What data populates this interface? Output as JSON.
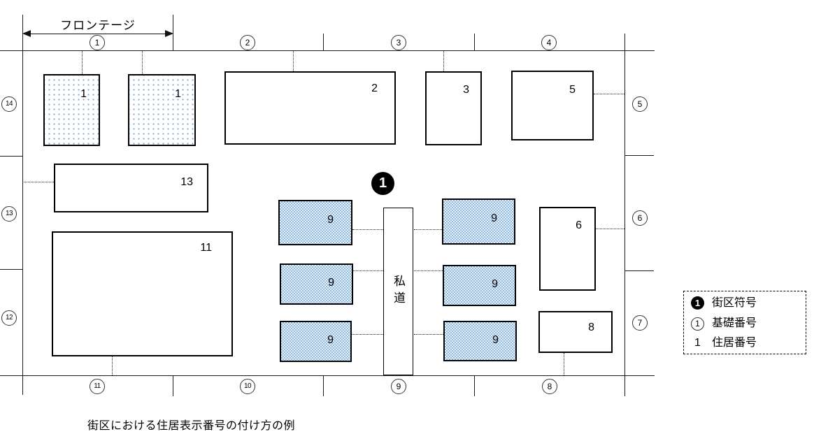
{
  "caption": "街区における住居表示番号の付け方の例",
  "frontage": {
    "label": "フロンテージ"
  },
  "block_symbol": {
    "number": "1",
    "color": "#000000"
  },
  "private_road": {
    "label": "私道"
  },
  "base_numbers": {
    "top": [
      "1",
      "2",
      "3",
      "4"
    ],
    "right": [
      "5",
      "6",
      "7"
    ],
    "left": [
      "14",
      "13",
      "12"
    ],
    "bottom": [
      "11",
      "10",
      "9",
      "8"
    ]
  },
  "buildings": [
    {
      "name": "building-1-left",
      "label": "1",
      "fill": "blue-dots"
    },
    {
      "name": "building-1-right",
      "label": "1",
      "fill": "blue-dots"
    },
    {
      "name": "building-2",
      "label": "2",
      "fill": "white"
    },
    {
      "name": "building-3",
      "label": "3",
      "fill": "white"
    },
    {
      "name": "building-5",
      "label": "5",
      "fill": "white"
    },
    {
      "name": "building-13",
      "label": "13",
      "fill": "white"
    },
    {
      "name": "building-11",
      "label": "11",
      "fill": "white"
    },
    {
      "name": "building-6",
      "label": "6",
      "fill": "white"
    },
    {
      "name": "building-8",
      "label": "8",
      "fill": "white"
    },
    {
      "name": "building-9-left-top",
      "label": "9",
      "fill": "blue-hatch"
    },
    {
      "name": "building-9-left-mid",
      "label": "9",
      "fill": "blue-hatch"
    },
    {
      "name": "building-9-left-bot",
      "label": "9",
      "fill": "blue-hatch"
    },
    {
      "name": "building-9-right-top",
      "label": "9",
      "fill": "blue-hatch"
    },
    {
      "name": "building-9-right-mid",
      "label": "9",
      "fill": "blue-hatch"
    },
    {
      "name": "building-9-right-bot",
      "label": "9",
      "fill": "blue-hatch"
    }
  ],
  "legend": {
    "rows": [
      {
        "symbol": "1",
        "symbol_style": "black-circle",
        "label": "街区符号"
      },
      {
        "symbol": "1",
        "symbol_style": "outline-circle",
        "label": "基礎番号"
      },
      {
        "symbol": "1",
        "symbol_style": "plain",
        "label": "住居番号"
      }
    ]
  },
  "colors": {
    "hatch_blue": "#93bce2",
    "dot_blue": "#7ba7d4"
  }
}
